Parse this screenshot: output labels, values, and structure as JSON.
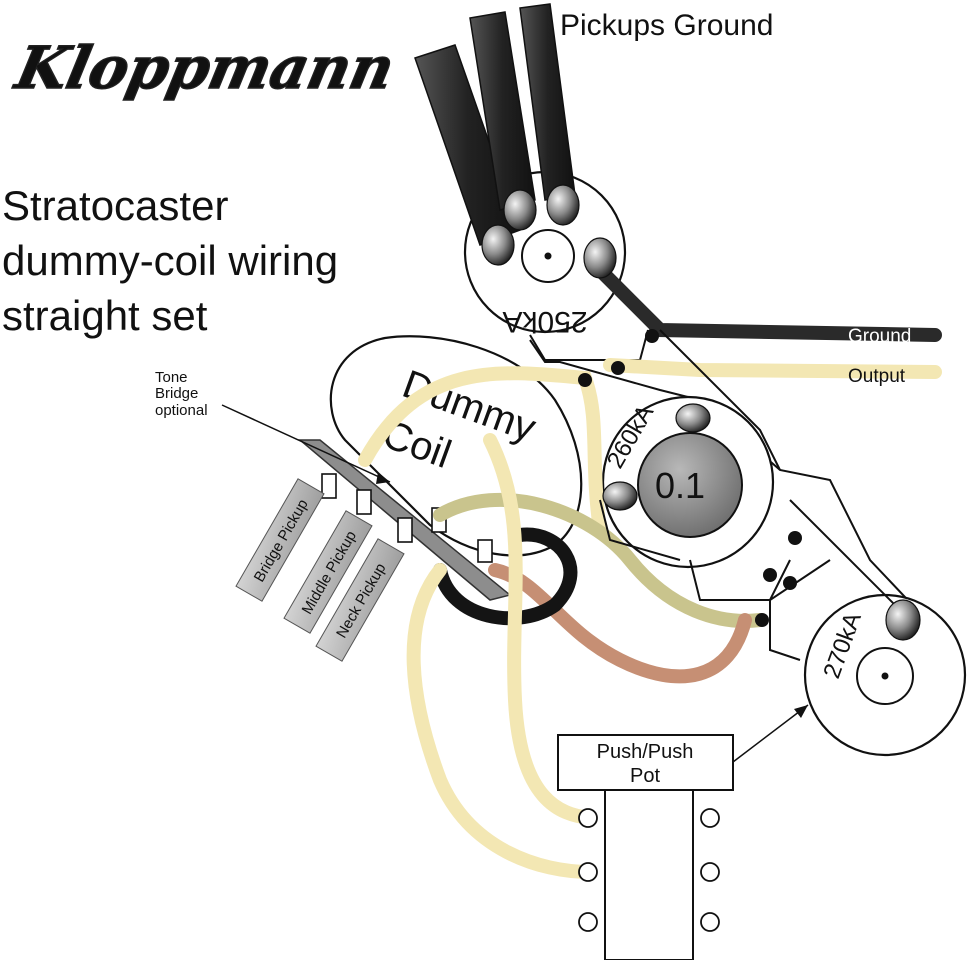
{
  "brand": {
    "logo_text": "Kloppmann"
  },
  "title": {
    "line1": "Stratocaster",
    "line2": "dummy-coil wiring",
    "line3": "straight set"
  },
  "labels": {
    "pickups_ground": "Pickups Ground",
    "ground": "Ground",
    "output": "Output",
    "tone_bridge_l1": "Tone",
    "tone_bridge_l2": "Bridge",
    "tone_bridge_l3": "optional",
    "dummy_coil_l1": "Dummy",
    "dummy_coil_l2": "Coil",
    "bridge_pickup": "Bridge Pickup",
    "middle_pickup": "Middle Pickup",
    "neck_pickup": "Neck Pickup",
    "push_push_l1": "Push/Push",
    "push_push_l2": "Pot"
  },
  "components": {
    "volume_pot": "250kA",
    "tone_pot_1": "260kA",
    "capacitor": "0.1",
    "tone_pot_2": "270kA"
  },
  "colors": {
    "ground_wire": "#333333",
    "output_wire": "#f3e7b3",
    "olive_wire": "#c9c48d",
    "brown_wire": "#c68f74",
    "black_loop": "#141414",
    "cap_fill": "#8a8a8a",
    "pickup_fill": "#bdbdbd"
  }
}
